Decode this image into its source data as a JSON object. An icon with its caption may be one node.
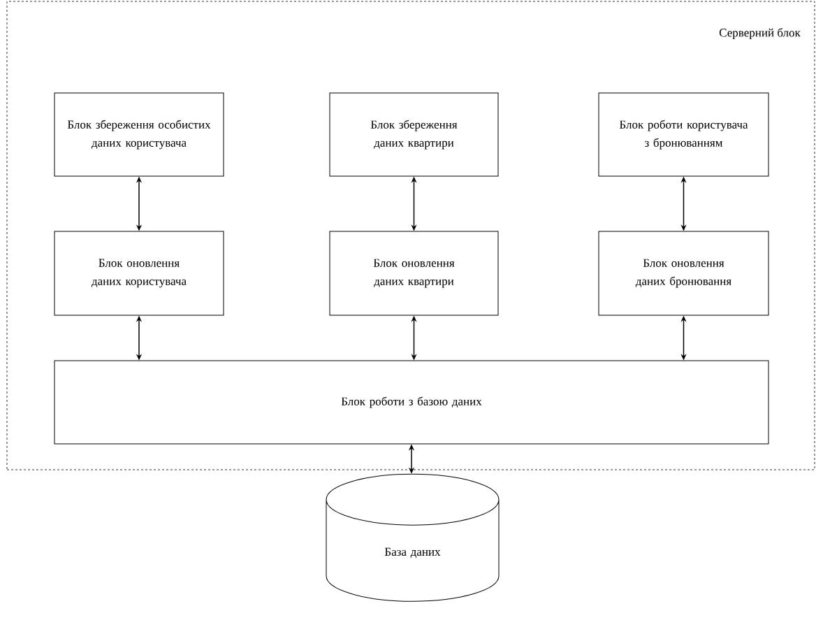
{
  "diagram": {
    "nodes": [
      {
        "text": [
          "Серверний блок"
        ]
      },
      {
        "text": [
          "Блок збереження особистих даних користувача"
        ],
        "in": 0
      },
      {
        "text": [
          "Блок збереження даних квартири"
        ],
        "in": 0
      },
      {
        "text": [
          "Блок роботи користувача з бронюванням"
        ],
        "in": 0
      },
      {
        "text": [
          "Блок оновлення даних користувача"
        ],
        "in": 0
      },
      {
        "text": [
          "Блок оновлення даних квартири"
        ],
        "in": 0
      },
      {
        "text": [
          "Блок оновлення даних бронювання"
        ],
        "in": 0
      },
      {
        "text": [
          "Блок роботи з базою даних"
        ],
        "in": 0
      },
      {
        "text": [
          "База даних"
        ]
      }
    ],
    "edges": [
      {
        "from": 1,
        "to": 4,
        "arrow": "both"
      },
      {
        "from": 2,
        "to": 5,
        "arrow": "both"
      },
      {
        "from": 3,
        "to": 6,
        "arrow": "both"
      },
      {
        "from": 4,
        "to": 7,
        "arrow": "both"
      },
      {
        "from": 5,
        "to": 7,
        "arrow": "both"
      },
      {
        "from": 6,
        "to": 7,
        "arrow": "both"
      },
      {
        "from": 7,
        "to": 8,
        "arrow": "both"
      }
    ]
  }
}
